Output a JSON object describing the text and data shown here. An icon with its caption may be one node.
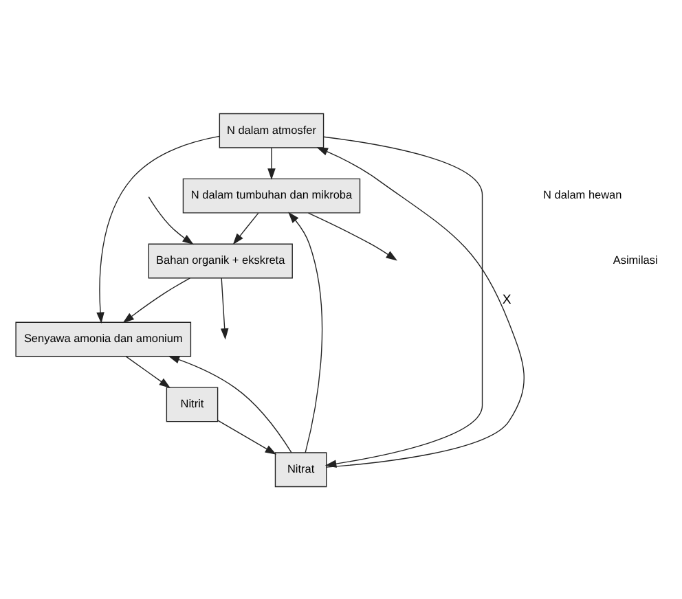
{
  "diagram": {
    "nodes": [
      {
        "text": [
          "N dalam atmosfer"
        ]
      },
      {
        "text": [
          "N dalam tumbuhan dan mikroba"
        ]
      },
      {
        "text": [
          "Bahan organik + ekskreta"
        ]
      },
      {
        "text": [
          "Senyawa amonia dan amonium"
        ]
      },
      {
        "text": [
          "Nitrit"
        ]
      },
      {
        "text": [
          "Nitrat"
        ]
      }
    ],
    "edges": [
      {
        "from": 0,
        "to": 1,
        "arrow": "to"
      },
      {
        "from": 1,
        "to": 2,
        "arrow": "to"
      },
      {
        "from": 2,
        "to": 3,
        "arrow": "to"
      },
      {
        "from": 3,
        "to": 4,
        "arrow": "to"
      },
      {
        "from": 4,
        "to": 5,
        "arrow": "to"
      },
      {
        "from": 0,
        "to": 3,
        "arrow": "to"
      },
      {
        "from": 0,
        "to": 5,
        "arrow": "to"
      },
      {
        "from": 5,
        "to": 1,
        "arrow": "to"
      },
      {
        "from": 5,
        "to": 3,
        "arrow": "to"
      },
      {
        "from": 5,
        "to": 0,
        "arrow": "to",
        "label": "X"
      },
      {
        "from": 1,
        "to": null,
        "arrow": "to"
      },
      {
        "from": null,
        "to": 2,
        "arrow": "to"
      },
      {
        "from": 2,
        "to": null,
        "arrow": "to"
      }
    ],
    "labels": [
      "N dalam hewan",
      "Asimilasi"
    ]
  }
}
